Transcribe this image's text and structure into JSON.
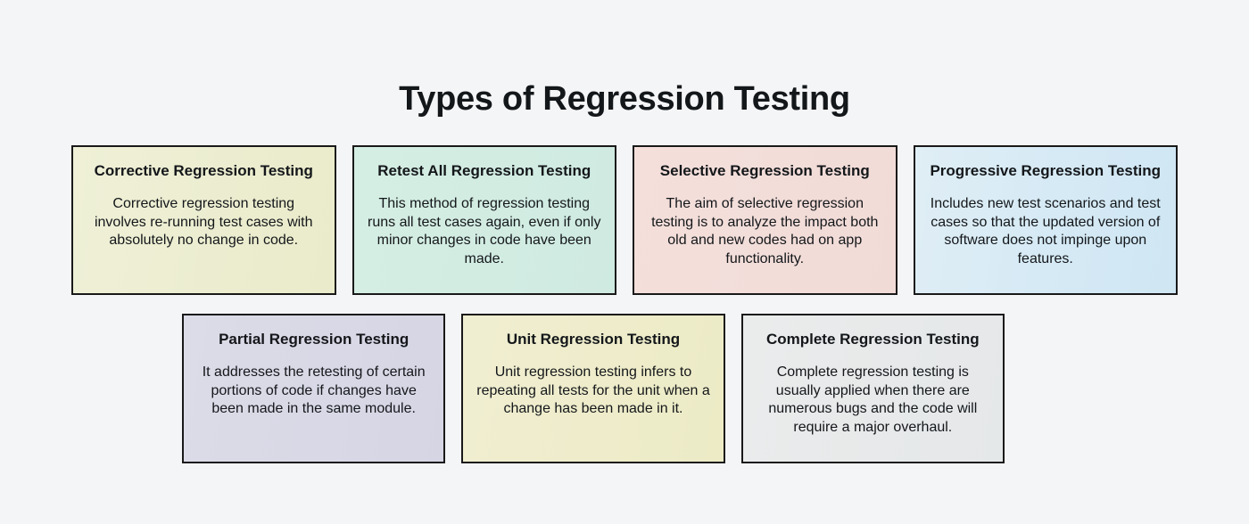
{
  "page": {
    "background_color": "#f4f5f7",
    "title": "Types of Regression Testing",
    "title_color": "#14171a"
  },
  "diagram": {
    "type": "card-grid",
    "border_color": "#191919",
    "rows": [
      {
        "name": "row-1",
        "card_count": 4
      },
      {
        "name": "row-2",
        "card_count": 3
      }
    ],
    "cards": [
      {
        "id": "corrective",
        "title": "Corrective Regression Testing",
        "body": "Corrective regression testing involves re-running test cases with absolutely no change in code.",
        "color_name": "khaki",
        "color": "#ecedd0",
        "row": 1,
        "column": 1
      },
      {
        "id": "retest-all",
        "title": "Retest All Regression Testing",
        "body": "This method of regression testing runs all test cases again, even if only minor changes in code have been made.",
        "color_name": "mint",
        "color": "#d2ece2",
        "row": 1,
        "column": 2
      },
      {
        "id": "selective",
        "title": "Selective Regression Testing",
        "body": "The aim of selective regression testing is to analyze the impact both old and new codes had on app functionality.",
        "color_name": "pink",
        "color": "#f2ddd9",
        "row": 1,
        "column": 3
      },
      {
        "id": "progressive",
        "title": "Progressive Regression Testing",
        "body": "Includes new test scenarios and test cases so that the updated version of software does not impinge upon features.",
        "color_name": "blue",
        "color": "#d6eaf5",
        "row": 1,
        "column": 4
      },
      {
        "id": "partial",
        "title": "Partial Regression Testing",
        "body": "It addresses the retesting of certain portions of code if changes have been made in the same module.",
        "color_name": "lavender",
        "color": "#d8d8e6",
        "row": 2,
        "column": 1
      },
      {
        "id": "unit",
        "title": "Unit Regression Testing",
        "body": "Unit regression testing infers to repeating all tests for the unit when a change has been made in it.",
        "color_name": "pale-yellow",
        "color": "#eeecca",
        "row": 2,
        "column": 2
      },
      {
        "id": "complete",
        "title": "Complete Regression Testing",
        "body": "Complete regression testing is usually applied when there are numerous bugs and the code will require a major overhaul.",
        "color_name": "gray",
        "color": "#e7e9ea",
        "row": 2,
        "column": 3
      }
    ]
  }
}
